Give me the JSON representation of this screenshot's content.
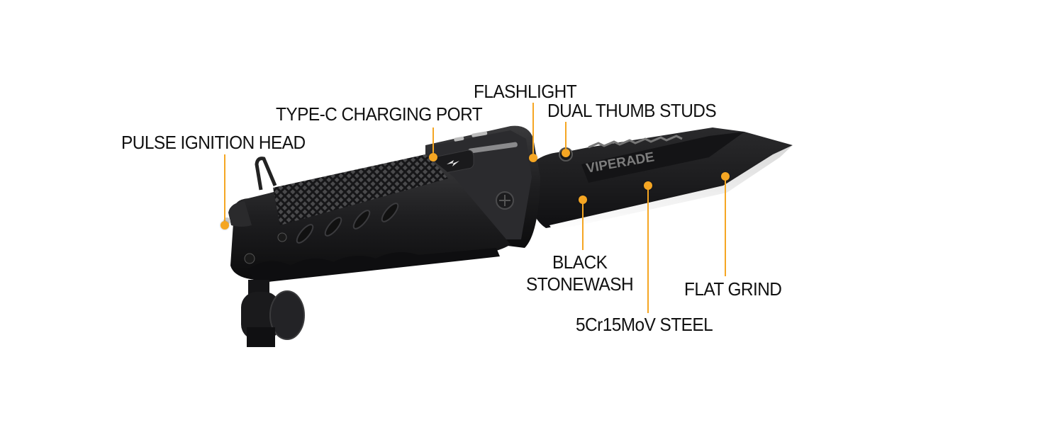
{
  "theme": {
    "accent": "#F5A623",
    "background": "#FFFFFF",
    "text": "#111111"
  },
  "product": {
    "brand_engraving": "VIPERADE",
    "charging_icon": "lightning-bolt-icon"
  },
  "callouts": [
    {
      "id": "pulse-ignition-head",
      "label": "PULSE IGNITION HEAD"
    },
    {
      "id": "type-c-charging-port",
      "label": "TYPE-C CHARGING PORT"
    },
    {
      "id": "flashlight",
      "label": "FLASHLIGHT"
    },
    {
      "id": "dual-thumb-studs",
      "label": "DUAL THUMB STUDS"
    },
    {
      "id": "black-stonewash",
      "label_line1": "BLACK",
      "label_line2": "STONEWASH"
    },
    {
      "id": "steel",
      "label": "5Cr15MoV STEEL"
    },
    {
      "id": "flat-grind",
      "label": "FLAT GRIND"
    }
  ]
}
